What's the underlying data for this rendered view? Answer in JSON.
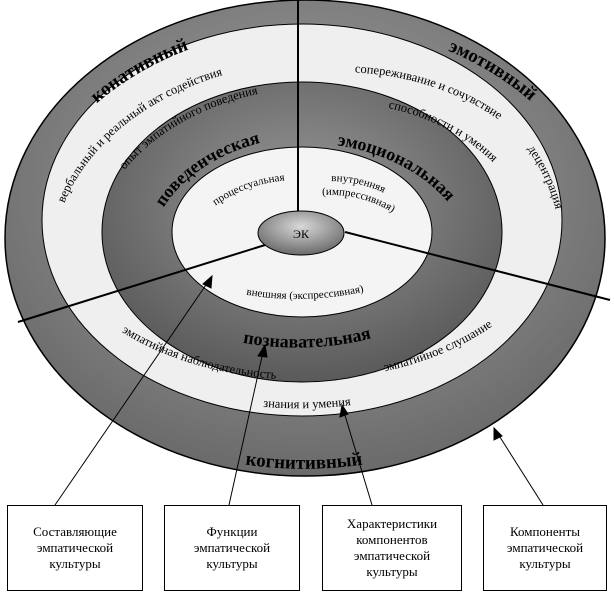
{
  "center": "ЭК",
  "components": {
    "konativny": "конативный",
    "emotivny": "эмотивный",
    "kognitivny": "когнитивный"
  },
  "characteristics": {
    "verbal_act": "вербальный и реальный акт содействия",
    "experience": "опыт эмпатийного поведения",
    "sopere": "сопереживание и сочувствие",
    "sposobnosti": "способности и умения",
    "decentration": "децентрация",
    "nablyud": "эмпатийная наблюдательность",
    "slushanie": "эмпатийное слушание",
    "znaniya": "знания и умения"
  },
  "functions": {
    "povedencheskaya": "поведенческая",
    "emotsionalnaya": "эмоциональная",
    "poznavatelnaya": "познавательная"
  },
  "constituents": {
    "protsessualnaya": "процессуальная",
    "vnutrennyaya_1": "внутренняя",
    "vnutrennyaya_2": "(импрессивная)",
    "vneshnyaya": "внешняя (экспрессивная)"
  },
  "legend_boxes": {
    "box1": "Составляющие\nэмпатической\nкультуры",
    "box2": "Функции\nэмпатической\nкультуры",
    "box3": "Характеристики\nкомпонентов\nэмпатической\nкультуры",
    "box4": "Компоненты\nэмпатической\nкультуры"
  }
}
